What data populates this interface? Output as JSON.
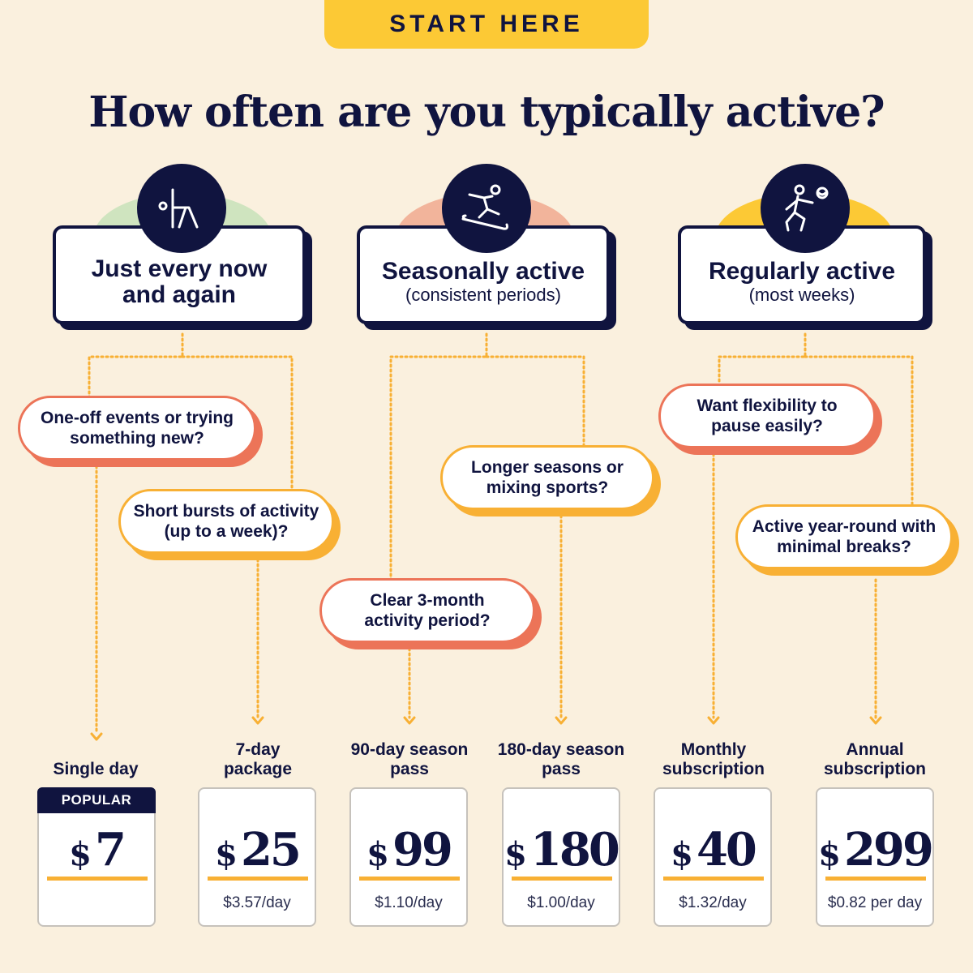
{
  "start_label": "START HERE",
  "title": "How often are you typically active?",
  "categories": [
    {
      "title": "Just every now and again",
      "subtitle": "",
      "icon": "yoga-pose-icon",
      "blob_color": "#cfe4bf"
    },
    {
      "title": "Seasonally active",
      "subtitle": "(consistent periods)",
      "icon": "snowboarder-icon",
      "blob_color": "#f2b49b"
    },
    {
      "title": "Regularly active",
      "subtitle": "(most weeks)",
      "icon": "volleyball-player-icon",
      "blob_color": "#fcc935"
    }
  ],
  "questions": [
    {
      "text": "One-off events or trying something new?"
    },
    {
      "text": "Short bursts of activity (up to a week)?"
    },
    {
      "text": "Clear 3-month activity period?"
    },
    {
      "text": "Longer seasons or mixing sports?"
    },
    {
      "text": "Want flexibility to pause easily?"
    },
    {
      "text": "Active year-round with minimal breaks?"
    }
  ],
  "plans": [
    {
      "label": "Single day",
      "badge": "POPULAR",
      "currency": "$",
      "amount": "7",
      "per_day": ""
    },
    {
      "label": "7-day package",
      "badge": "",
      "currency": "$",
      "amount": "25",
      "per_day": "$3.57/day"
    },
    {
      "label": "90-day season pass",
      "badge": "",
      "currency": "$",
      "amount": "99",
      "per_day": "$1.10/day"
    },
    {
      "label": "180-day season pass",
      "badge": "",
      "currency": "$",
      "amount": "180",
      "per_day": "$1.00/day"
    },
    {
      "label": "Monthly subscription",
      "badge": "",
      "currency": "$",
      "amount": "40",
      "per_day": "$1.32/day"
    },
    {
      "label": "Annual subscription",
      "badge": "",
      "currency": "$",
      "amount": "299",
      "per_day": "$0.82 per day"
    }
  ],
  "colors": {
    "navy": "#10143f",
    "yellow": "#fcc935",
    "coral": "#ec7458",
    "orange": "#f8b034",
    "background": "#faf0de"
  }
}
